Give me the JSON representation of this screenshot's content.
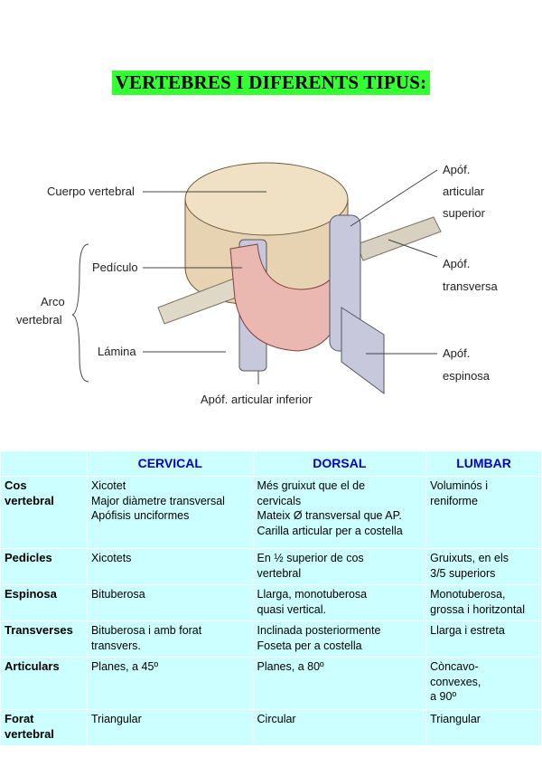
{
  "title": "VERTEBRES I DIFERENTS TIPUS:",
  "diagram": {
    "labels": {
      "cuerpo": "Cuerpo vertebral",
      "pediculo": "Pedículo",
      "arco_1": "Arco",
      "arco_2": "vertebral",
      "lamina": "Lámina",
      "art_inf": "Apóf. articular inferior",
      "art_sup_1": "Apóf.",
      "art_sup_2": "articular",
      "art_sup_3": "superior",
      "transv_1": "Apóf.",
      "transv_2": "transversa",
      "espin_1": "Apóf.",
      "espin_2": "espinosa"
    }
  },
  "table": {
    "headers": [
      "",
      "CERVICAL",
      "DORSAL",
      "LUMBAR"
    ],
    "rows": [
      {
        "label": [
          "Cos",
          "vertebral"
        ],
        "cervical": [
          "Xicotet",
          "Major diàmetre transversal",
          "Apófisis unciformes"
        ],
        "dorsal": [
          "Més gruixut que el de",
          "cervicals",
          "Mateix Ø transversal que AP.",
          "Carilla articular per a costella"
        ],
        "lumbar": [
          "Voluminós i",
          "reniforme"
        ]
      },
      {
        "label": [
          "Pedicles"
        ],
        "cervical": [
          "Xicotets"
        ],
        "dorsal": [
          "En ½  superior de cos",
          "vertebral"
        ],
        "lumbar": [
          "Gruixuts, en els",
          "3/5 superiors"
        ]
      },
      {
        "label": [
          "Espinosa"
        ],
        "cervical": [
          "Bituberosa"
        ],
        "dorsal": [
          "Llarga, monotuberosa",
          "quasi vertical."
        ],
        "lumbar": [
          "Monotuberosa,",
          "grossa i horitzontal"
        ]
      },
      {
        "label": [
          "Transverses"
        ],
        "cervical": [
          "Bituberosa i amb forat",
          "transvers."
        ],
        "dorsal": [
          "Inclinada posteriormente",
          "Foseta per a costella"
        ],
        "lumbar": [
          "Llarga i estreta"
        ]
      },
      {
        "label": [
          "Articulars"
        ],
        "cervical": [
          "Planes, a 45º"
        ],
        "dorsal": [
          "Planes, a 80º"
        ],
        "lumbar": [
          "Còncavo-",
          "convexes,",
          "a 90º"
        ]
      },
      {
        "label": [
          "Forat",
          "vertebral"
        ],
        "cervical": [
          "Triangular"
        ],
        "dorsal": [
          "Circular"
        ],
        "lumbar": [
          "Triangular"
        ]
      }
    ]
  }
}
